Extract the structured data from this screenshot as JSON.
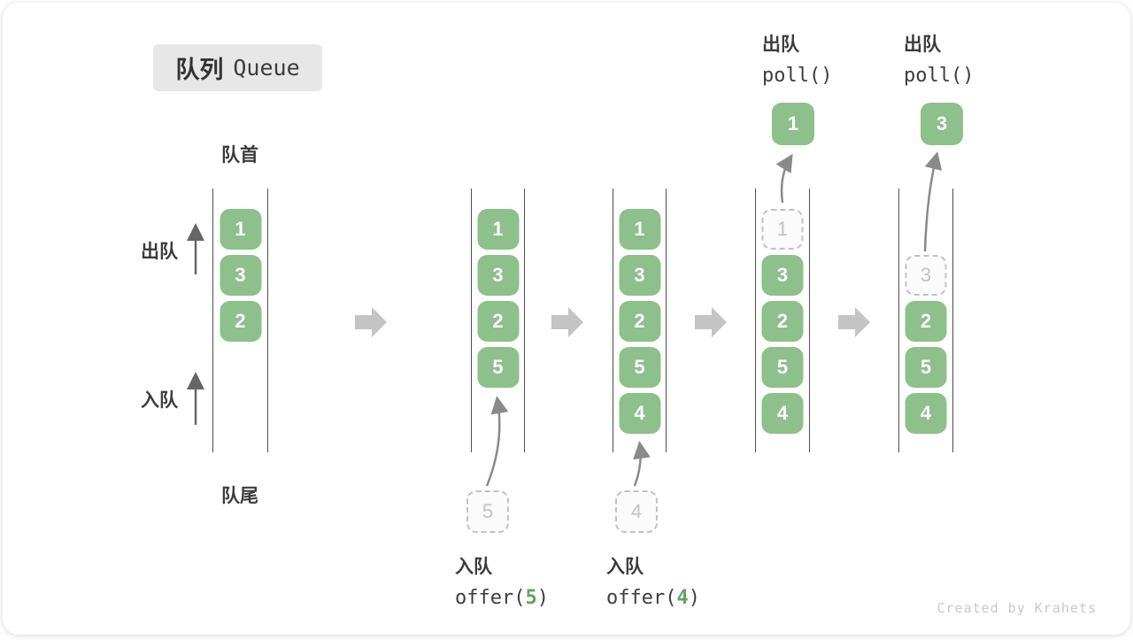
{
  "title": {
    "zh": "队列",
    "en": "Queue"
  },
  "labels": {
    "front": "队首",
    "rear": "队尾",
    "dequeue": "出队",
    "enqueue": "入队"
  },
  "columns": [
    {
      "slots": [
        {
          "v": "1"
        },
        {
          "v": "3"
        },
        {
          "v": "2"
        }
      ]
    },
    {
      "slots": [
        {
          "v": "1"
        },
        {
          "v": "3"
        },
        {
          "v": "2"
        },
        {
          "v": "5"
        }
      ]
    },
    {
      "slots": [
        {
          "v": "1"
        },
        {
          "v": "3"
        },
        {
          "v": "2"
        },
        {
          "v": "5"
        },
        {
          "v": "4"
        }
      ]
    },
    {
      "slots": [
        {
          "v": "1",
          "dashed": true
        },
        {
          "v": "3"
        },
        {
          "v": "2"
        },
        {
          "v": "5"
        },
        {
          "v": "4"
        }
      ]
    },
    {
      "slots": [
        {
          "v": "3",
          "dashed": true
        },
        {
          "v": "2"
        },
        {
          "v": "5"
        },
        {
          "v": "4"
        }
      ]
    }
  ],
  "enqueue_ops": [
    {
      "label": "入队",
      "code_prefix": "offer(",
      "arg": "5",
      "code_suffix": ")",
      "staged_value": "5"
    },
    {
      "label": "入队",
      "code_prefix": "offer(",
      "arg": "4",
      "code_suffix": ")",
      "staged_value": "4"
    }
  ],
  "dequeue_ops": [
    {
      "label": "出队",
      "code": "poll()",
      "value": "1"
    },
    {
      "label": "出队",
      "code": "poll()",
      "value": "3"
    }
  ],
  "watermark": "Created by Krahets",
  "colors": {
    "box_green": "#8DC08A",
    "accent_green": "#5FA65A",
    "arrow_gray": "#C4C4C4",
    "line_dark": "#4E4E4E",
    "dashed_gray": "#C2C2C2",
    "text_dark": "#3C3C3C",
    "muted_text": "#C9C9C9",
    "title_bg": "#E7E7E7"
  }
}
